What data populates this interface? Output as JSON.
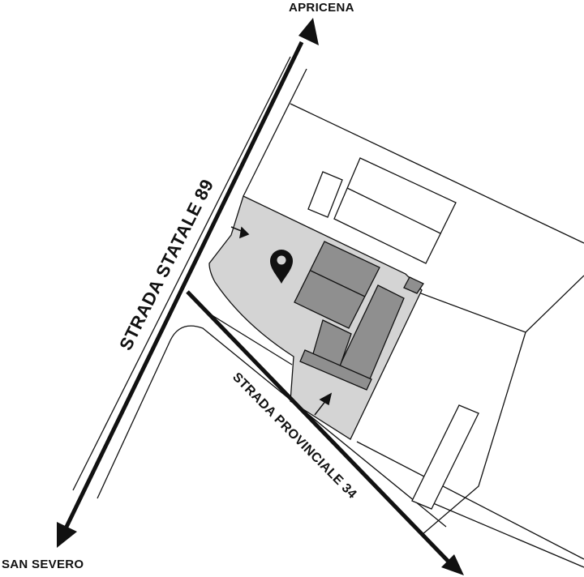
{
  "labels": {
    "north_city": "APRICENA",
    "south_city": "SAN SEVERO",
    "main_road": "STRADA STATALE 89",
    "side_road": "STRADA PROVINCIALE 34"
  },
  "colors": {
    "background": "#ffffff",
    "line": "#111111",
    "site_fill": "#d4d4d4",
    "building_fill": "#8f8f8f",
    "marker": "#111111"
  },
  "icons": {
    "location_marker": "map-pin-icon",
    "north_arrow": "arrow-up-icon",
    "south_arrow": "arrow-down-icon",
    "east_arrow": "arrow-down-right-icon",
    "entrance_arrow": "entrance-arrow-icon"
  }
}
